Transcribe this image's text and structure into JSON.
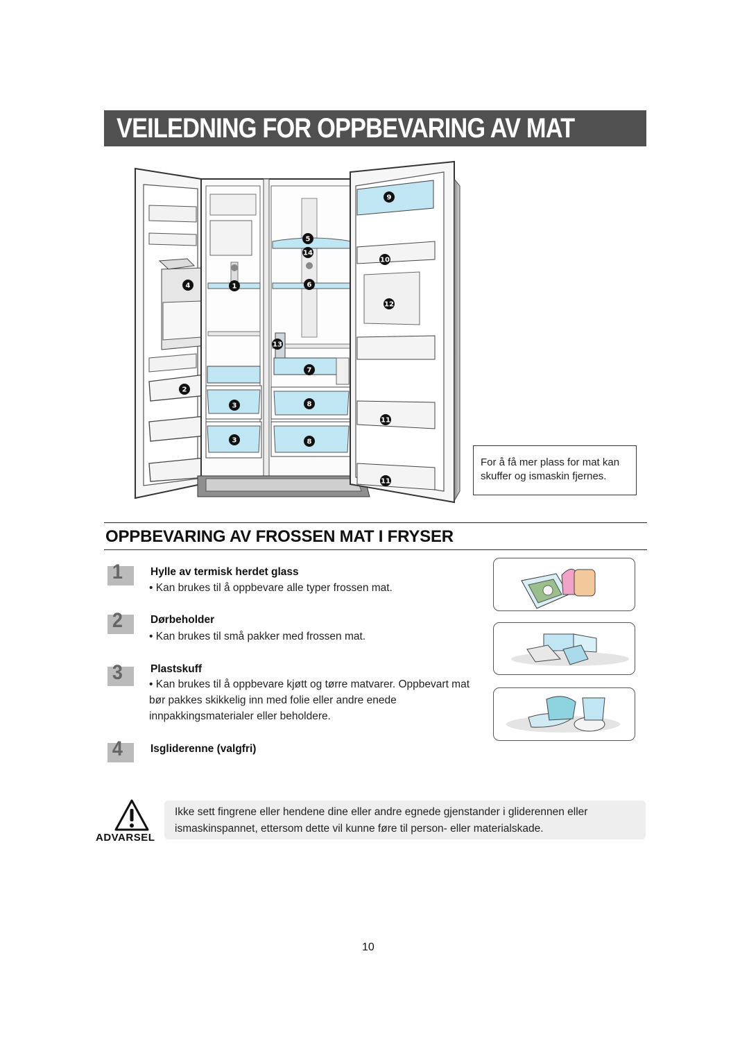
{
  "page_title": "VEILEDNING FOR OPPBEVARING AV MAT",
  "illustration": {
    "callouts": [
      {
        "id": "c4",
        "label": "4"
      },
      {
        "id": "c1",
        "label": "1"
      },
      {
        "id": "c2",
        "label": "2"
      },
      {
        "id": "c3a",
        "label": "3"
      },
      {
        "id": "c3b",
        "label": "3"
      },
      {
        "id": "c5",
        "label": "5"
      },
      {
        "id": "c14",
        "label": "14"
      },
      {
        "id": "c6",
        "label": "6"
      },
      {
        "id": "c13",
        "label": "13"
      },
      {
        "id": "c7",
        "label": "7"
      },
      {
        "id": "c8a",
        "label": "8"
      },
      {
        "id": "c8b",
        "label": "8"
      },
      {
        "id": "c9",
        "label": "9"
      },
      {
        "id": "c10",
        "label": "10"
      },
      {
        "id": "c12",
        "label": "12"
      },
      {
        "id": "c11a",
        "label": "11"
      },
      {
        "id": "c11b",
        "label": "11"
      }
    ]
  },
  "note": "For å få mer plass for mat kan skuffer og ismaskin fjernes.",
  "section_heading": "OPPBEVARING AV FROSSEN MAT I FRYSER",
  "items": [
    {
      "number": "1",
      "title": "Hylle av termisk herdet glass",
      "text": "• Kan brukes til å oppbevare alle typer frossen mat."
    },
    {
      "number": "2",
      "title": "Dørbeholder",
      "text": "• Kan brukes til små pakker med frossen mat."
    },
    {
      "number": "3",
      "title": "Plastskuff",
      "text": "• Kan brukes til å oppbevare kjøtt og tørre matvarer. Oppbevart mat bør pakkes skikkelig inn med folie eller andre enede innpakkingsmaterialer eller beholdere."
    },
    {
      "number": "4",
      "title": "Isgliderenne (valgfri)",
      "text": ""
    }
  ],
  "warning": {
    "label": "ADVARSEL",
    "text": "Ikke sett fingrene eller hendene dine eller andre egnede gjenstander i gliderennen eller ismaskinspannet, ettersom dette vil kunne føre til person- eller materialskade."
  },
  "page_number": "10",
  "colors": {
    "title_bar": "#505050",
    "shelf_blue": "#bfe6f2",
    "warning_bg": "#eeeeee"
  }
}
